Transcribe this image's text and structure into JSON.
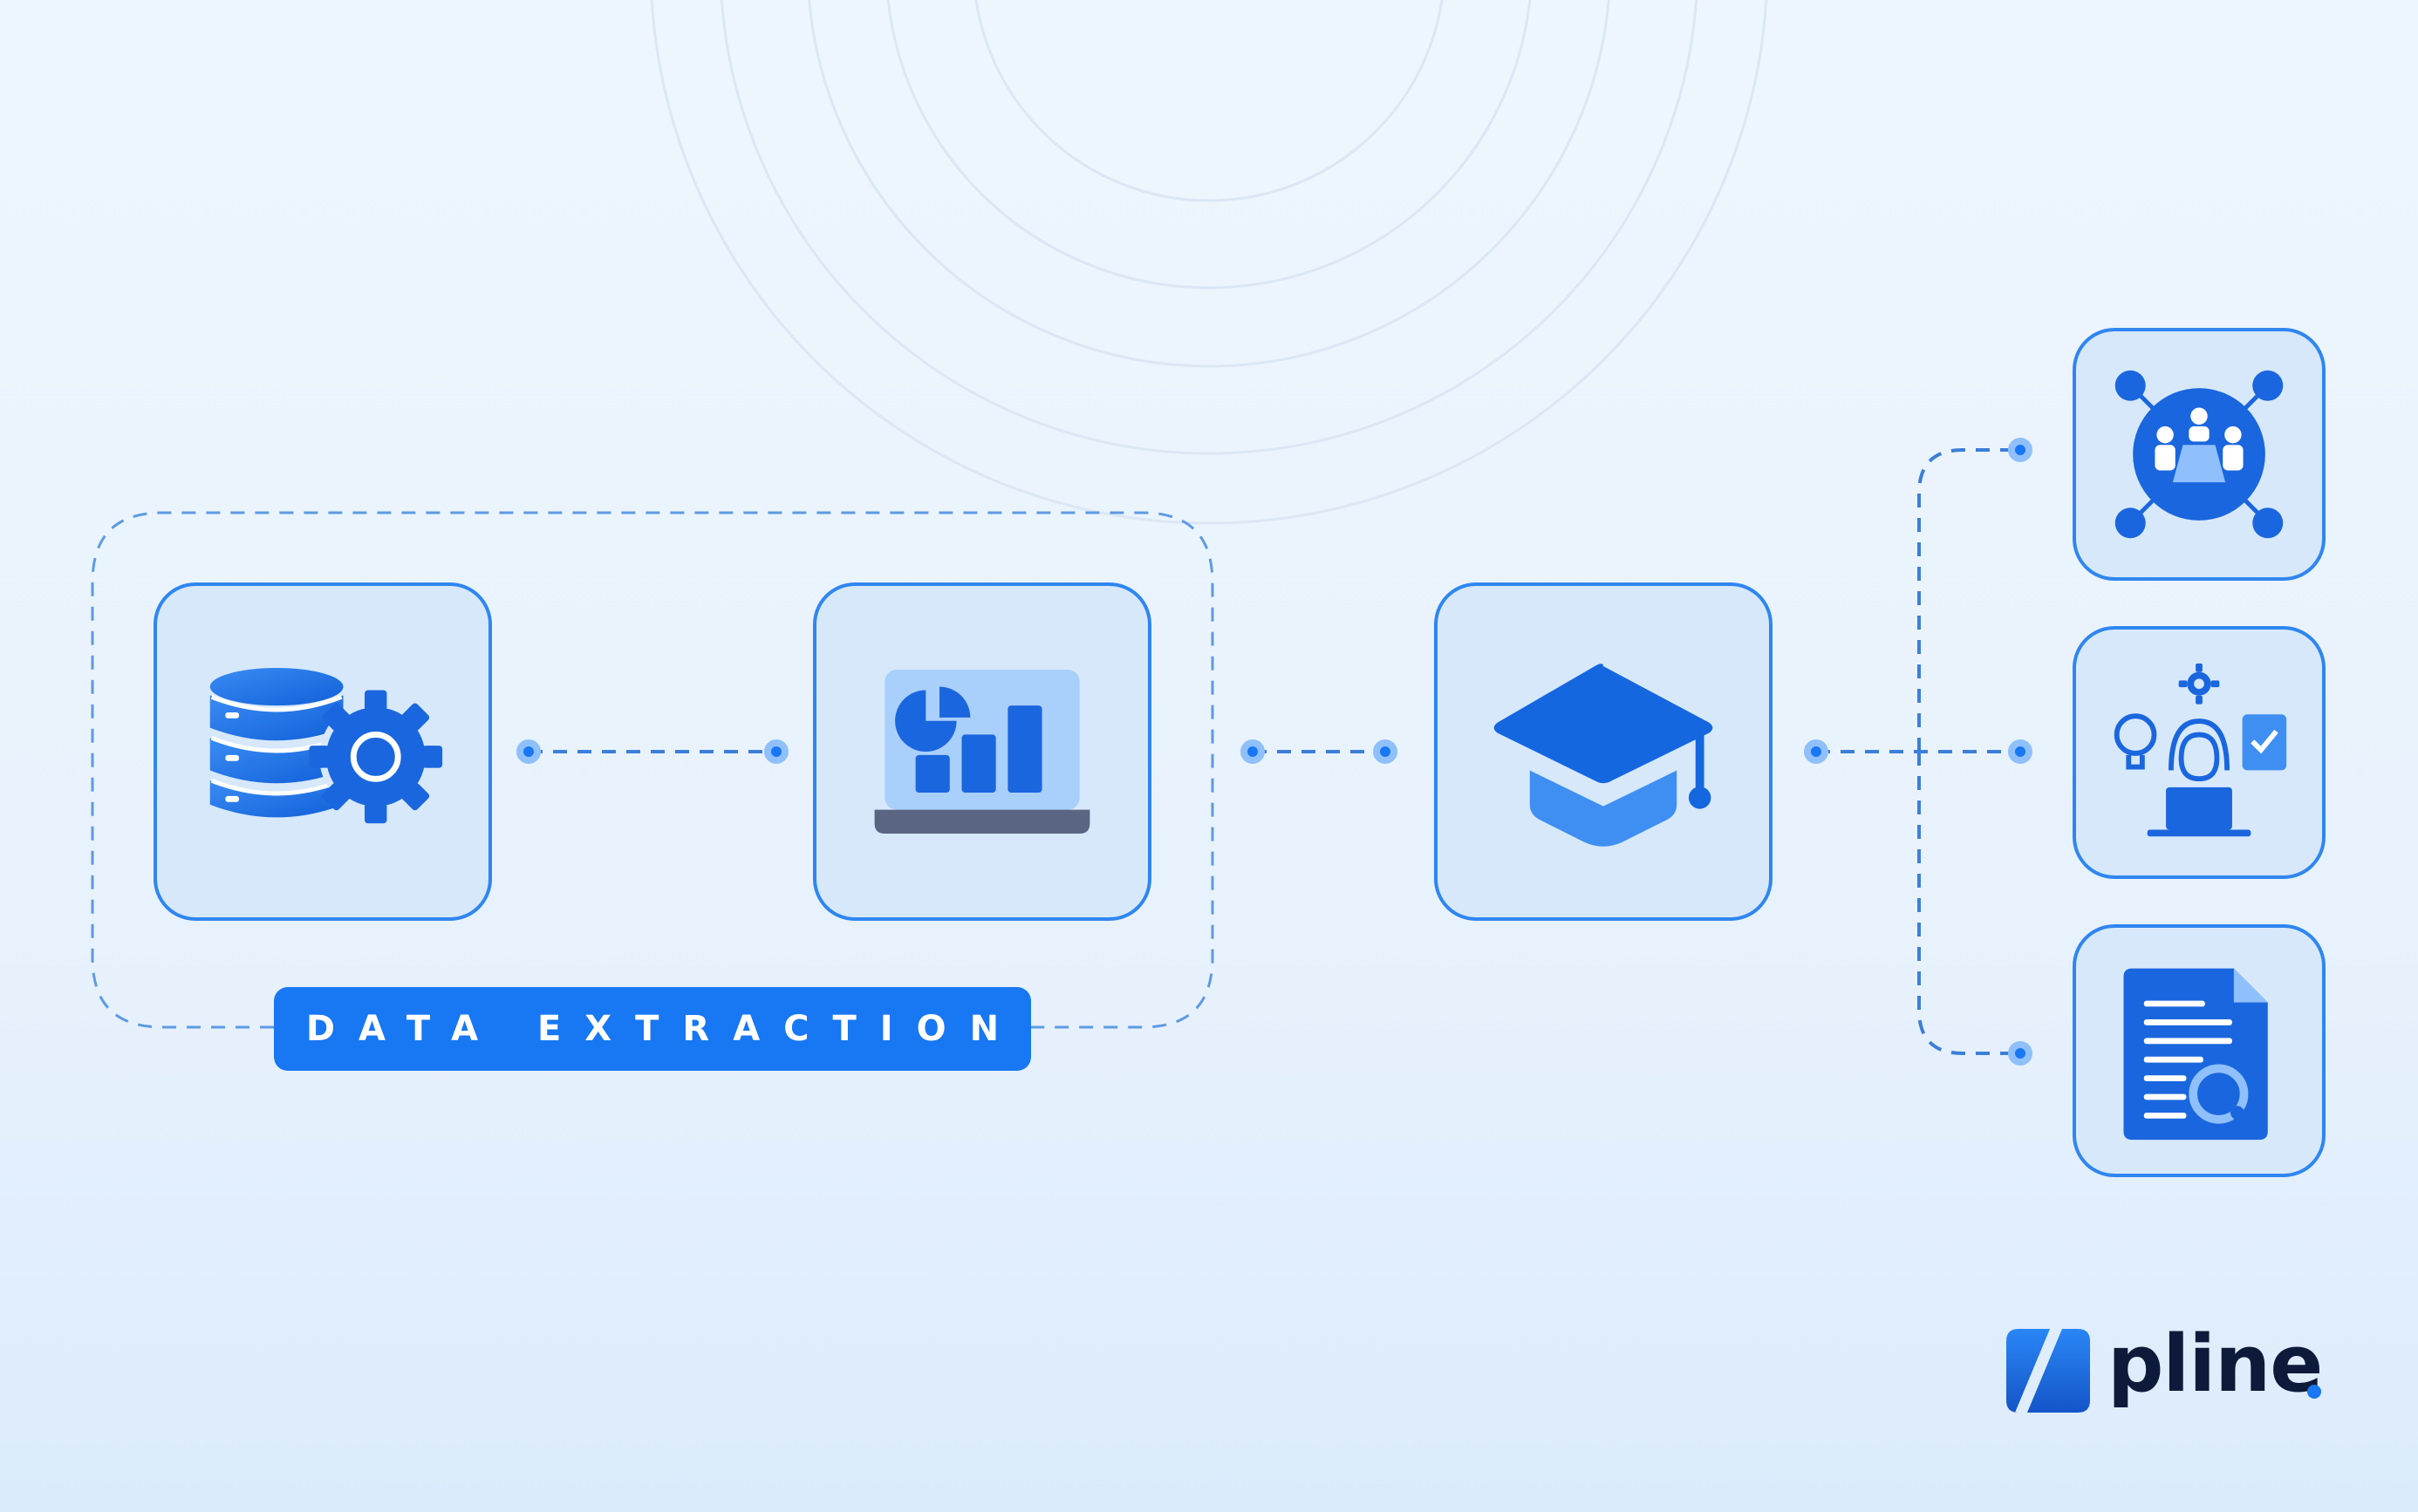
{
  "diagram": {
    "group_label": "DATA EXTRACTION",
    "nodes": [
      {
        "id": "database-settings",
        "icon": "database-gear-icon"
      },
      {
        "id": "analytics-dashboard",
        "icon": "laptop-chart-icon"
      },
      {
        "id": "training",
        "icon": "graduation-cap-icon"
      },
      {
        "id": "collaboration-network",
        "icon": "team-network-icon"
      },
      {
        "id": "research-worker",
        "icon": "person-idea-check-icon"
      },
      {
        "id": "document-review",
        "icon": "document-search-icon"
      }
    ],
    "edges": [
      {
        "from": "database-settings",
        "to": "analytics-dashboard",
        "style": "dashed"
      },
      {
        "from": "analytics-dashboard",
        "to": "training",
        "style": "dashed"
      },
      {
        "from": "training",
        "to": "collaboration-network",
        "style": "dashed"
      },
      {
        "from": "training",
        "to": "research-worker",
        "style": "dashed"
      },
      {
        "from": "training",
        "to": "document-review",
        "style": "dashed"
      }
    ],
    "colors": {
      "accent": "#1877f2",
      "tile_fill": "#d7e8fb",
      "tile_border": "#2f86f0",
      "dash": "#3b7fd8"
    }
  },
  "brand": {
    "name": "pline",
    "icon": "pline-logo-icon"
  }
}
